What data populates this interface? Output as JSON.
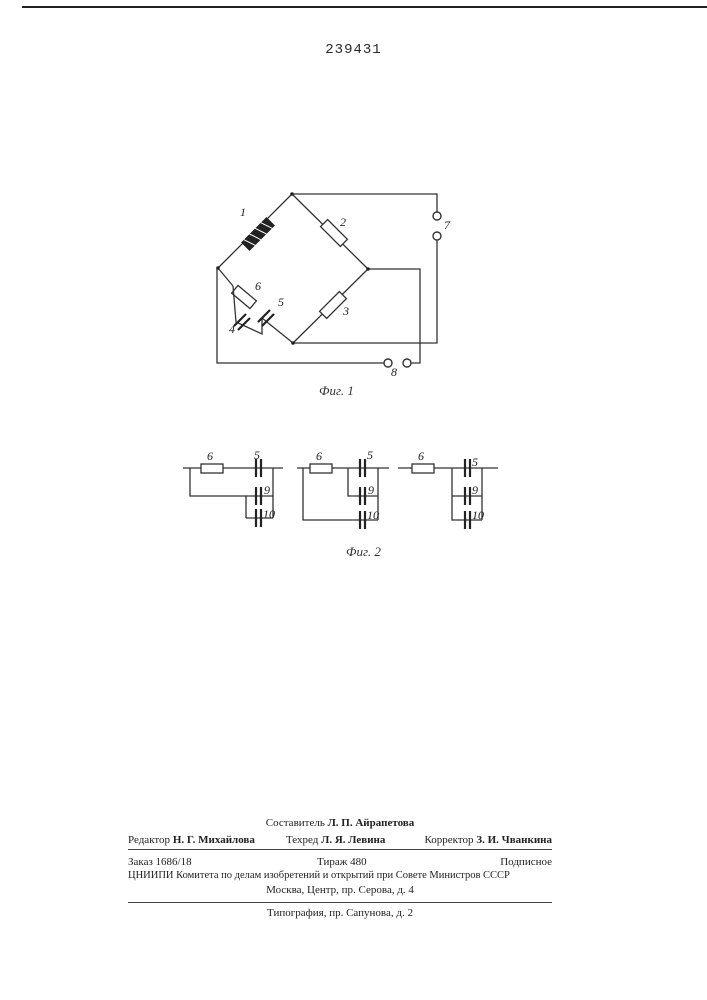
{
  "patent_number": "239431",
  "figures": {
    "fig1": {
      "caption": "Фиг. 1",
      "labels": {
        "l1": "1",
        "l2": "2",
        "l3": "3",
        "l4": "4",
        "l5": "5",
        "l6": "6",
        "l7": "7",
        "l8": "8"
      }
    },
    "fig2": {
      "caption": "Фиг. 2",
      "labels": {
        "l6": "6",
        "l5": "5",
        "l9": "9",
        "l10": "10"
      }
    }
  },
  "colophon": {
    "compiler_label": "Составитель",
    "compiler_name": "Л. П. Айрапетова",
    "editor_label": "Редактор",
    "editor_name": "Н. Г. Михайлова",
    "techred_label": "Техред",
    "techred_name": "Л. Я. Левина",
    "corrector_label": "Корректор",
    "corrector_name": "З. И. Чванкина",
    "order": "Заказ 1686/18",
    "circulation": "Тираж 480",
    "subscription": "Подписное",
    "institute": "ЦНИИПИ Комитета по делам изобретений и открытий при Совете Министров СССР",
    "address": "Москва, Центр, пр. Серова, д. 4",
    "printer": "Типография, пр. Сапунова, д. 2"
  }
}
